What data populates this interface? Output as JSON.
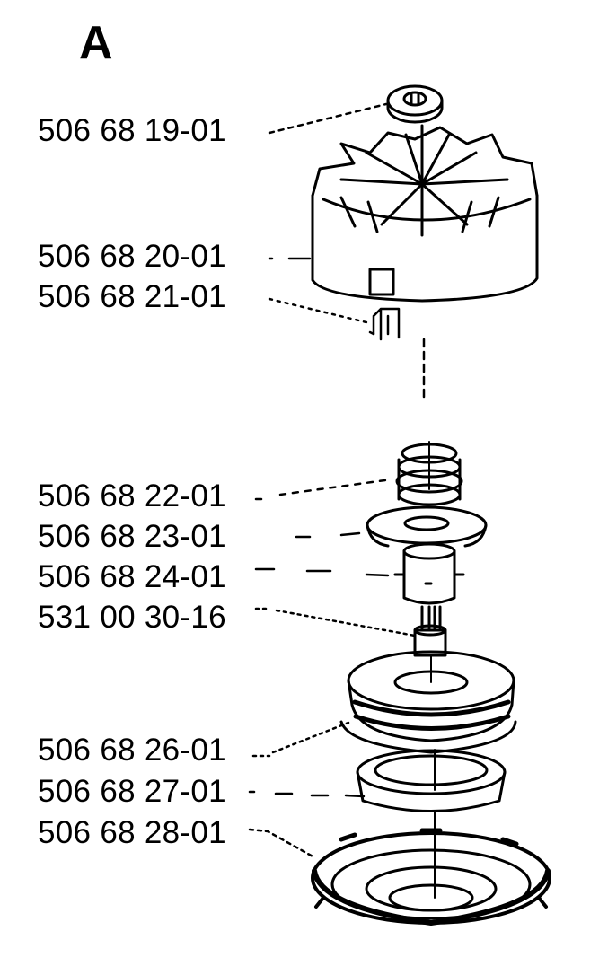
{
  "diagram": {
    "title": "A",
    "parts": [
      {
        "number": "506 68 19-01"
      },
      {
        "number": "506 68 20-01"
      },
      {
        "number": "506 68 21-01"
      },
      {
        "number": "506 68 22-01"
      },
      {
        "number": "506 68 23-01"
      },
      {
        "number": "506 68 24-01"
      },
      {
        "number": "531 00 30-16"
      },
      {
        "number": "506 68 26-01"
      },
      {
        "number": "506 68 27-01"
      },
      {
        "number": "506 68 28-01"
      }
    ]
  }
}
